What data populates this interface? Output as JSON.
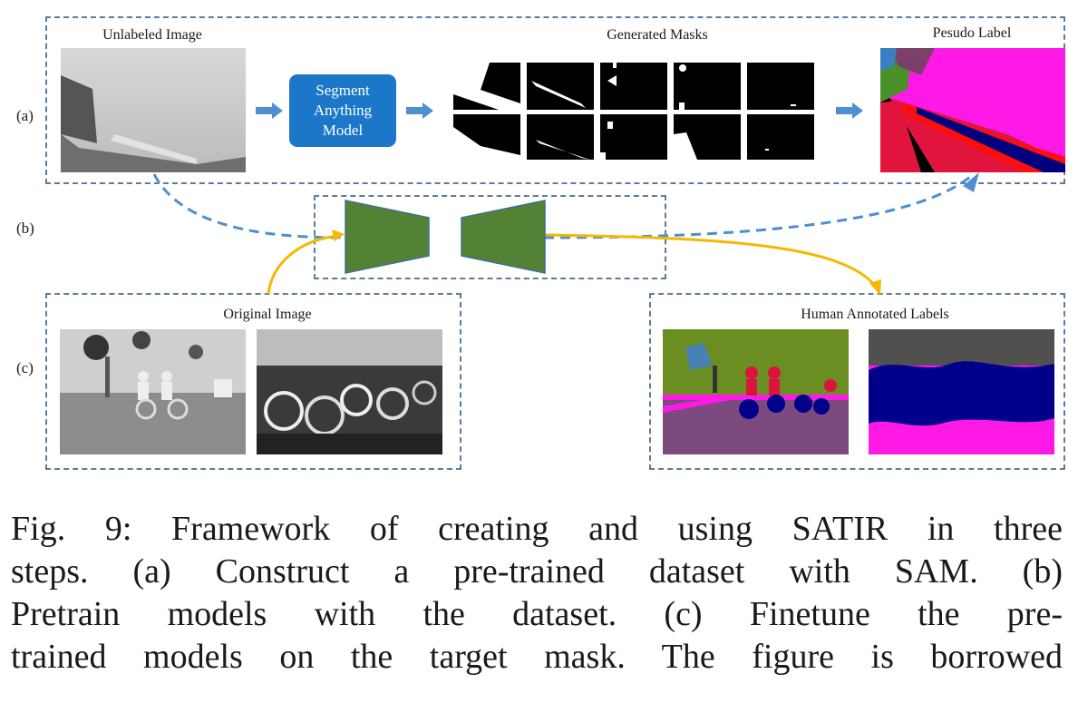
{
  "row_labels": [
    "(a)",
    "(b)",
    "(c)"
  ],
  "stage_a": {
    "unlabeled_caption": "Unlabeled Image",
    "sam_lines": [
      "Segment",
      "Anything",
      "Model"
    ],
    "masks_caption": "Generated Masks",
    "pseudo_caption": "Pesudo Label"
  },
  "stage_c": {
    "original_caption": "Original Image",
    "human_caption": "Human Annotated Labels"
  },
  "colors": {
    "dash_box": "#5b7d9c",
    "arrow_blue": "#4f8fcf",
    "sam_blue": "#1d77c9",
    "model_green": "#548235",
    "arrow_yellow": "#f5b800"
  },
  "caption_lines": [
    "Fig. 9: Framework of creating and using SATIR in three",
    "steps. (a) Construct a pre-trained dataset with SAM. (b)",
    "Pretrain models with the dataset. (c) Finetune the pre-",
    "trained models on the target mask. The figure is borrowed"
  ]
}
